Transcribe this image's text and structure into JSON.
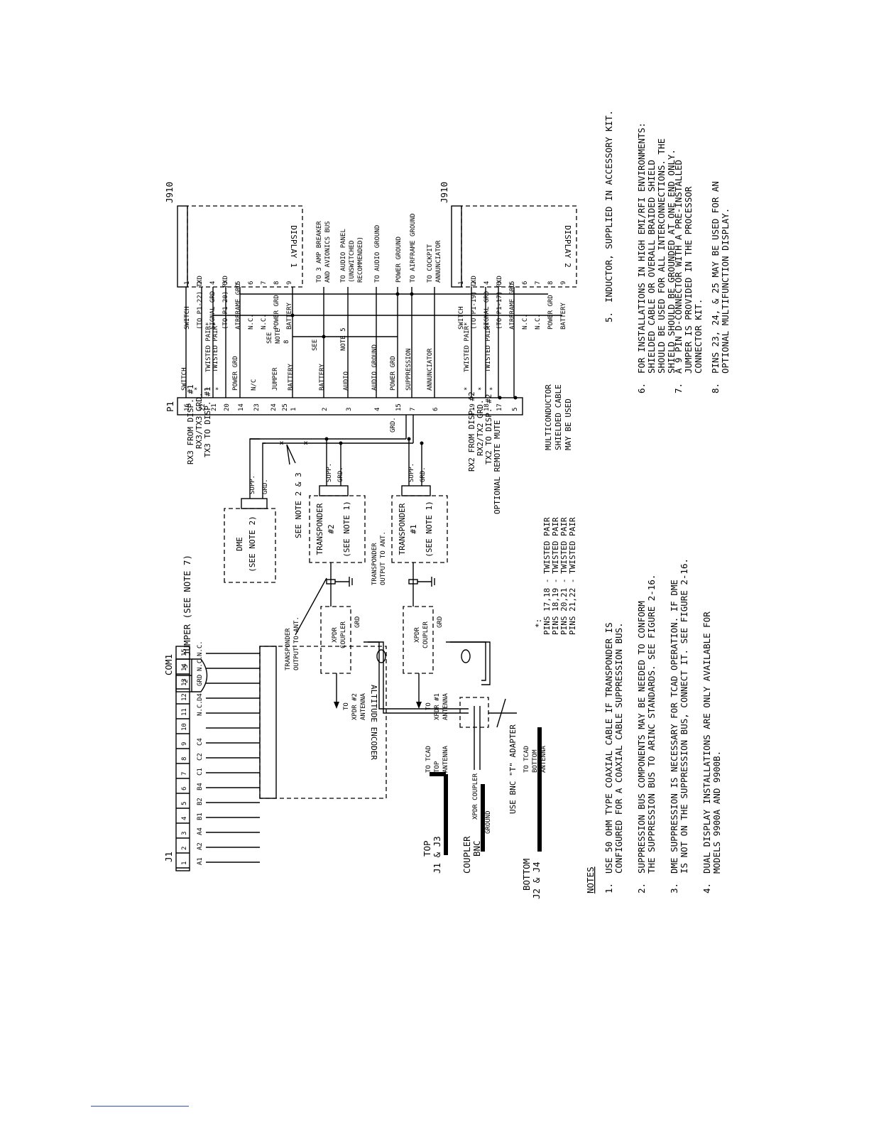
{
  "title_j1": "J1",
  "title_com1": "COM1",
  "title_p1": "P1",
  "title_j910a": "J910",
  "title_j910b": "J910",
  "altitude_encoder": {
    "label": "ALTITUDE ENCODER",
    "pins": [
      "1",
      "2",
      "3",
      "4",
      "5",
      "6",
      "7",
      "8",
      "9",
      "10",
      "11",
      "12",
      "13",
      "14",
      "15"
    ],
    "signals": [
      "A1",
      "A2",
      "A4",
      "B1",
      "B2",
      "B4",
      "C1",
      "C2",
      "C4",
      "",
      "N.C.",
      "D4",
      "GRD",
      "N.C.",
      "N.C."
    ],
    "nc_11": "N.C."
  },
  "com1": {
    "pins": [
      "2",
      "5"
    ],
    "jumper": "JUMPER (SEE NOTE 7)"
  },
  "dme": {
    "l1": "DME",
    "l2": "(SEE NOTE 2)",
    "supp": "SUPP.",
    "grd": "GRD."
  },
  "xpdr2": {
    "l1": "TRANSPONDER",
    "l2": "#2",
    "l3": "(SEE NOTE 1)",
    "supp": "SUPP.",
    "grd": "GRD."
  },
  "xpdr1": {
    "l1": "TRANSPONDER",
    "l2": "#1",
    "l3": "(SEE NOTE 1)",
    "supp": "SUPP.",
    "grd": "GRD."
  },
  "see_note_23": "SEE NOTE 2 & 3",
  "xpdr_out1": {
    "l1": "TRANSPONDER",
    "l2": "OUTPUT TO ANT."
  },
  "xpdr_out2": {
    "l1": "TRANSPONDER",
    "l2": "OUTPUT TO ANT."
  },
  "coupler2": {
    "l1": "XPDR",
    "l2": "COUPLER",
    "grd": "GRD"
  },
  "coupler1": {
    "l1": "XPDR",
    "l2": "COUPLER",
    "grd": "GRD"
  },
  "to_xpdr2_ant": {
    "l1": "TO",
    "l2": "XPDR #2",
    "l3": "ANTENNA"
  },
  "to_xpdr1_ant": {
    "l1": "TO",
    "l2": "XPDR #1",
    "l3": "ANTENNA"
  },
  "tcad_top": {
    "l1": "TO TCAD",
    "l2": "TOP",
    "l3": "ANTENNA"
  },
  "tcad_bottom": {
    "l1": "TO TCAD",
    "l2": "BOTTOM",
    "l3": "ANTENNA"
  },
  "top_j1j3": {
    "l1": "TOP",
    "l2": "J1 & J3"
  },
  "coupler_bnc": {
    "l1": "COUPLER",
    "l2": "BNC",
    "xpdr_coupler": "XPDR COUPLER",
    "ground": "GROUND"
  },
  "bottom_j2j4": {
    "l1": "BOTTOM",
    "l2": "J2 & J4"
  },
  "bnc_adapter": "USE BNC \"T\" ADAPTER",
  "p1_left_labels": {
    "rx3": "RX3 FROM DISP. #1",
    "rx3tx3": "RX3/TX3 GRD.",
    "tx3": "TX3 TO DISP. #1",
    "grd": "GRD.",
    "rx2": "RX2 FROM DISP. #2",
    "rx2tx2": "RX2/TX2 GRD.",
    "tx2": "TX2 TO DISP. #2",
    "mute": "OPTIONAL REMOTE MUTE"
  },
  "p1_pins": {
    "p16": "16",
    "p22": "22",
    "p21": "21",
    "p20": "20",
    "p14": "14",
    "p23": "23",
    "p24": "24",
    "p25": "25",
    "p1": "1",
    "p2": "2",
    "p3": "3",
    "p4": "4",
    "p15": "15",
    "p7": "7",
    "p6": "6",
    "p19": "19",
    "p18": "18",
    "p17": "17",
    "p5": "5"
  },
  "p1_signals": {
    "switch": "SWITCH",
    "star1": "*",
    "star2": "*",
    "star3": "*",
    "power_grd": "POWER GRD",
    "nc": "N/C",
    "jumper": "JUMPER",
    "battery": "BATTERY",
    "battery2": "BATTERY",
    "audio": "AUDIO",
    "audio_ground": "AUDIO GROUND",
    "power_grd2": "POWER GRD",
    "suppression": "SUPPRESSION",
    "annunciator": "ANNUNCIATOR",
    "star4": "*",
    "star5": "*",
    "star6": "*"
  },
  "twisted": {
    "t1": "TWISTED PAIR*",
    "t2": "TWISTED PAIR*",
    "t3": "TWISTED PAIR*",
    "t4": "TWISTED PAIR*"
  },
  "see_note8": {
    "l1": "SEE",
    "l2": "NOTE",
    "l3": "8"
  },
  "see_note5": {
    "l1": "SEE",
    "l2": "NOTE 5"
  },
  "display1": {
    "label": "DISPLAY 1",
    "pins": [
      "1",
      "2",
      "4",
      "3",
      "5",
      "6",
      "7",
      "8",
      "9"
    ],
    "signals": [
      "SWITCH",
      "(TO P1-22) TXD",
      "SIGNAL GRD",
      "(TO P1-20) RXD",
      "AIRFRAME GRD",
      "N.C.",
      "N.C.",
      "POWER GRD",
      "BATTERY"
    ]
  },
  "display2": {
    "label": "DISPLAY 2",
    "pins": [
      "1",
      "2",
      "4",
      "3",
      "5",
      "6",
      "7",
      "8",
      "9"
    ],
    "signals": [
      "SWITCH",
      "(TO P1-19) TXD",
      "SIGNAL GRD",
      "(TO P1-17) RXD",
      "AIRFRAME GRD",
      "N.C.",
      "N.C.",
      "POWER GRD",
      "BATTERY"
    ]
  },
  "dest": {
    "d1a": "TO 3 AMP BREAKER",
    "d1b": "AND AVIONICS BUS",
    "d2a": "TO AUDIO PANEL",
    "d2b": "(UNSWITCHED",
    "d2c": "RECOMMENDED)",
    "d3": "TO AUDIO GROUND",
    "d4": "POWER GROUND",
    "d5": "TO AIRFRAME GROUND",
    "d6a": "TO COCKPIT",
    "d6b": "ANNUNCIATOR"
  },
  "pinpairs": {
    "star": "*:",
    "rows": [
      "PINS 17,18  -  TWISTED PAIR",
      "PINS 18,19  -  TWISTED PAIR",
      "PINS 20,21  -  TWISTED PAIR",
      "PINS 21,22  -  TWISTED PAIR"
    ],
    "multi1": "MULTICONDUCTOR",
    "multi2": "SHIELDED CABLE",
    "multi3": "MAY BE USED"
  },
  "notes": {
    "heading": "NOTES",
    "n1": [
      "1.",
      "USE 50 OHM TYPE COAXIAL CABLE IF TRANSPONDER IS",
      "CONFIGURED FOR A COAXIAL CABLE SUPPRESSION BUS."
    ],
    "n2": [
      "2.",
      "SUPPRESSION BUS COMPONENTS MAY BE NEEDED TO CONFORM",
      "THE SUPPRESSION BUS TO ARINC STANDARDS. SEE FIGURE 2-16."
    ],
    "n3": [
      "3.",
      "DME SUPPRESSION IS NECESSARY FOR TCAD OPERATION. IF DME",
      "IS NOT ON THE SUPPRESSION BUS, CONNECT IT. SEE FIGURE 2-16."
    ],
    "n4": [
      "4.",
      "DUAL DISPLAY INSTALLATIONS ARE ONLY AVAILABLE FOR",
      "MODELS 9900A AND 9900B."
    ],
    "n5": [
      "5.",
      "INDUCTOR, SUPPLIED IN ACCESSORY KIT."
    ],
    "n6": [
      "6.",
      "FOR INSTALLATIONS IN HIGH EMI/RFI ENVIRONMENTS:",
      "SHIELDED CABLE OR OVERALL BRAIDED SHIELD",
      "SHOULD BE USED FOR ALL INTERCONNECTIONS. THE",
      "SHIELD SHOULD BE GROUNDED AT ONE END ONLY."
    ],
    "n7": [
      "7.",
      "A 9 PIN D-CONNECTOR WITH A PRE-INSTALLED",
      "JUMPER IS PROVIDED IN THE PROCESSOR",
      "CONNECTOR KIT."
    ],
    "n8": [
      "8.",
      "PINS 23, 24, & 25 MAY BE USED FOR AN",
      "OPTIONAL MULTIFUNCTION DISPLAY."
    ]
  }
}
